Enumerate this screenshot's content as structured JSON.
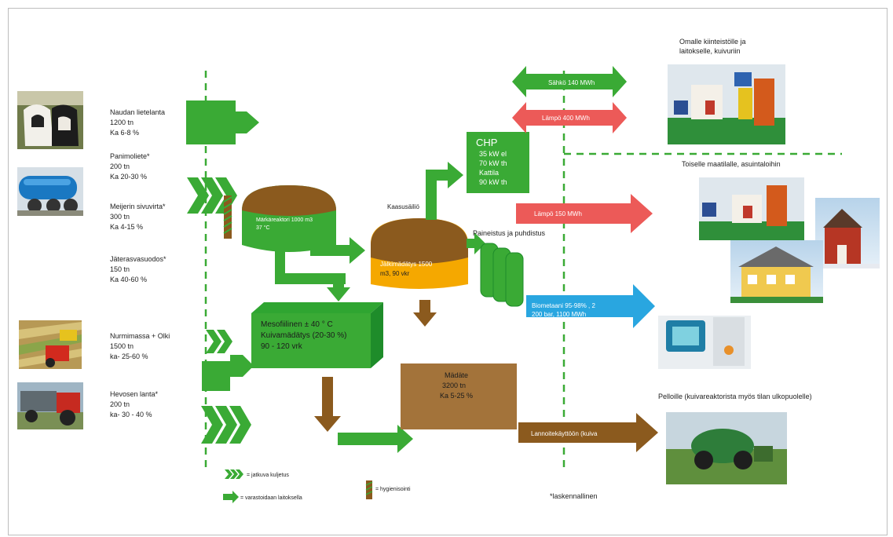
{
  "inputs": [
    {
      "name": "Naudan lietelanta",
      "amount": "1200 tn",
      "dm": "Ka 6-8 %"
    },
    {
      "name": "Panimoliete*",
      "amount": "200 tn",
      "dm": "Ka 20-30 %"
    },
    {
      "name": "Meijerin sivuvirta*",
      "amount": "300 tn",
      "dm": "Ka 4-15 %"
    },
    {
      "name": "Jäterasvasuodos*",
      "amount": "150 tn",
      "dm": "Ka 40-60 %"
    },
    {
      "name": "Nurmimassa + Olki",
      "amount": "1500 tn",
      "dm": "ka- 25-60 %"
    },
    {
      "name": "Hevosen lanta*",
      "amount": "200 tn",
      "dm": "ka- 30 - 40 %"
    }
  ],
  "reactor_wet": {
    "line1": "Märkäreaktori 1000 m3",
    "line2": "37 °C"
  },
  "post_digestion": {
    "line1": "Jälkimädätys 1500",
    "line2": "m3, 90 vkr"
  },
  "mesophilic": {
    "line1": "Mesofiilinen ± 40 ° C",
    "line2": "Kuivamädätys (20-30 %)",
    "line3": "90 - 120 vrk"
  },
  "chp": {
    "title": "CHP",
    "l1": "35 kW el",
    "l2": "70 kW th",
    "l3": "Kattila",
    "l4": "90 kW th"
  },
  "gas_label": "Kaasusäiliö",
  "pressurize_label": "Paineistus ja puhdistus",
  "digestate": {
    "title": "Mädäte",
    "amount": "3200 tn",
    "dm": "Ka 5-25 %"
  },
  "outputs": {
    "electricity": "Sähkö 140 MWh",
    "heat_own": "Lämpö 400 MWh",
    "heat_other": "Lämpö 150 MWh",
    "biomethane": "Biometaani 95-98% , 200 bar, 1100 MWh",
    "fertilizer": "Lannoitekäyttöön (kuiva"
  },
  "destinations": {
    "own": "Omalle kiinteistölle ja laitokselle, kuivuriin",
    "other": "Toiselle maatilalle, asuintaloihin",
    "fields": "Pelloille (kuivareaktorista myös tilan ulkopuolelle)"
  },
  "legend": {
    "continuous": "= jatkuva kuljetus",
    "stored": "= varastoidaan laitoksella",
    "hygienization": "= hygienisointi"
  },
  "footnote": "*laskennallinen",
  "colors": {
    "green": "#3aaa35",
    "dark_green": "#1e8c2a",
    "brown": "#8b5a1e",
    "orange": "#f5a800",
    "red": "#ec5a58",
    "blue": "#29a6e0"
  }
}
